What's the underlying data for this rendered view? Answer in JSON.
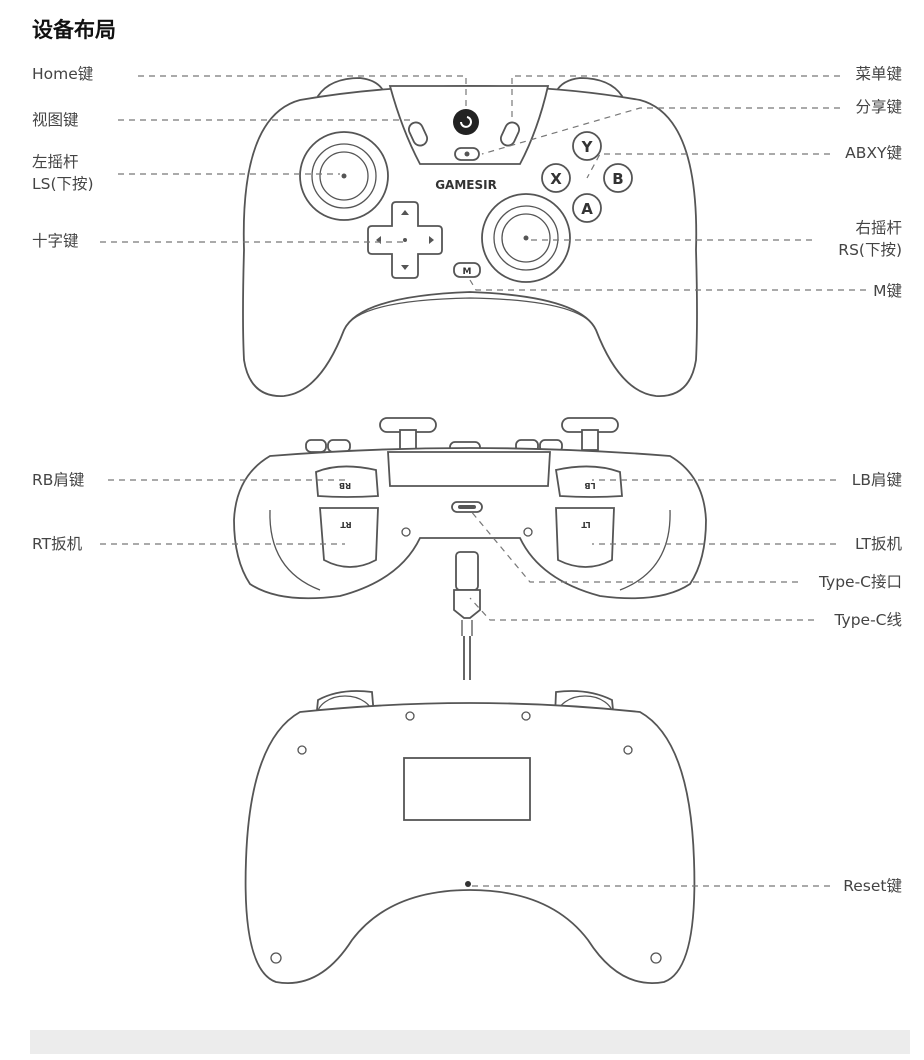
{
  "title": "设备布局",
  "logo_text": "GAMESIR",
  "labels": {
    "home": "Home键",
    "view": "视图键",
    "ls_line1": "左摇杆",
    "ls_line2": "LS(下按)",
    "dpad": "十字键",
    "menu": "菜单键",
    "share": "分享键",
    "abxy": "ABXY键",
    "rs_line1": "右摇杆",
    "rs_line2": "RS(下按)",
    "m": "M键",
    "rb": "RB肩键",
    "rt": "RT扳机",
    "lb": "LB肩键",
    "lt": "LT扳机",
    "typec_port": "Type-C接口",
    "typec_cable": "Type-C线",
    "reset": "Reset键"
  },
  "buttons": {
    "y": "Y",
    "x": "X",
    "b": "B",
    "a": "A",
    "m": "M",
    "rb": "RB",
    "rt": "RT",
    "lb": "LB",
    "lt": "LT"
  }
}
